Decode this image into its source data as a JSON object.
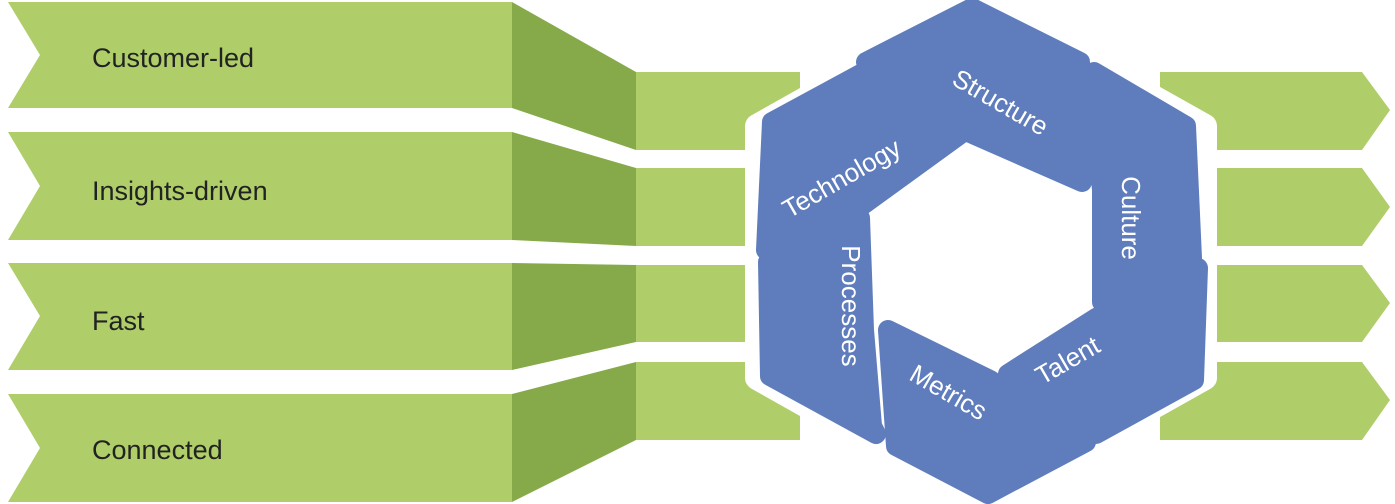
{
  "colors": {
    "arrow_light": "#afce69",
    "arrow_dark": "#86aa4a",
    "hexagon_blue": "#5f7dbc",
    "hexagon_border": "#ffffff",
    "label_text": "#222222"
  },
  "rows": [
    {
      "label": "Customer-led"
    },
    {
      "label": "Insights-driven"
    },
    {
      "label": "Fast"
    },
    {
      "label": "Connected"
    }
  ],
  "hexagon_segments": [
    {
      "label": "Structure"
    },
    {
      "label": "Culture"
    },
    {
      "label": "Talent"
    },
    {
      "label": "Metrics"
    },
    {
      "label": "Processes"
    },
    {
      "label": "Technology"
    }
  ]
}
